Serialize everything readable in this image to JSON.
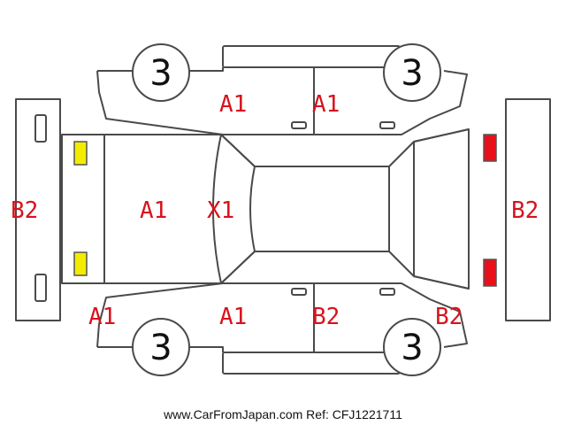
{
  "diagram": {
    "labels": {
      "rear_bumper": "B2",
      "front_bumper": "B2",
      "trunk": "A1",
      "rear_window": "X1",
      "rear_left_door": "A1",
      "front_left_door": "A1",
      "rear_quarter_left": "A1",
      "rear_right_door": "A1",
      "front_right_door": "B2",
      "front_fender_right": "B2"
    },
    "wheels": {
      "top_left": "3",
      "top_right": "3",
      "bottom_left": "3",
      "bottom_right": "3"
    },
    "colors": {
      "line": "#4a4a4a",
      "label": "#d8121d",
      "tail_light": "#f4ec00",
      "head_light": "#e8111b"
    }
  },
  "footer": {
    "credit": "www.CarFromJapan.com Ref: CFJ1221711"
  }
}
